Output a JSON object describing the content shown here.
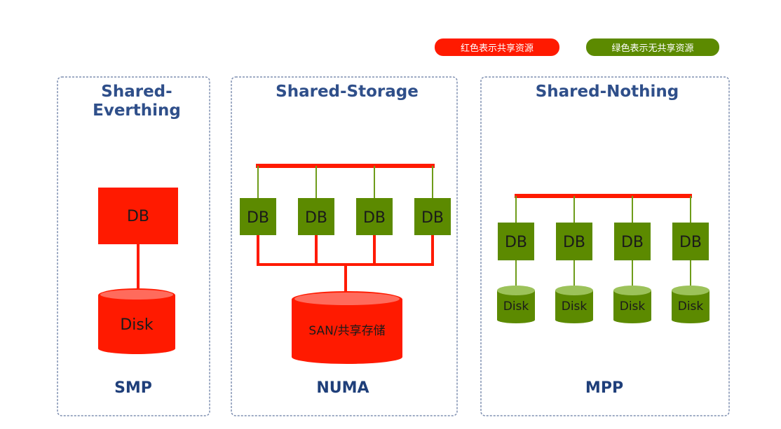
{
  "legend": {
    "red": "红色表示共享资源",
    "green": "绿色表示无共享资源"
  },
  "colors": {
    "shared": "#ff1a00",
    "nothing": "#5c8a00",
    "frame": "#7f8fb0",
    "title": "#2f4f8a"
  },
  "panels": {
    "smp": {
      "title_line1": "Shared-",
      "title_line2": "Everthing",
      "db": "DB",
      "disk": "Disk",
      "footer": "SMP"
    },
    "numa": {
      "title": "Shared-Storage",
      "nodes": [
        "DB",
        "DB",
        "DB",
        "DB"
      ],
      "storage": "SAN/共享存储",
      "footer": "NUMA"
    },
    "mpp": {
      "title": "Shared-Nothing",
      "nodes": [
        "DB",
        "DB",
        "DB",
        "DB"
      ],
      "disks": [
        "Disk",
        "Disk",
        "Disk",
        "Disk"
      ],
      "footer": "MPP"
    }
  }
}
